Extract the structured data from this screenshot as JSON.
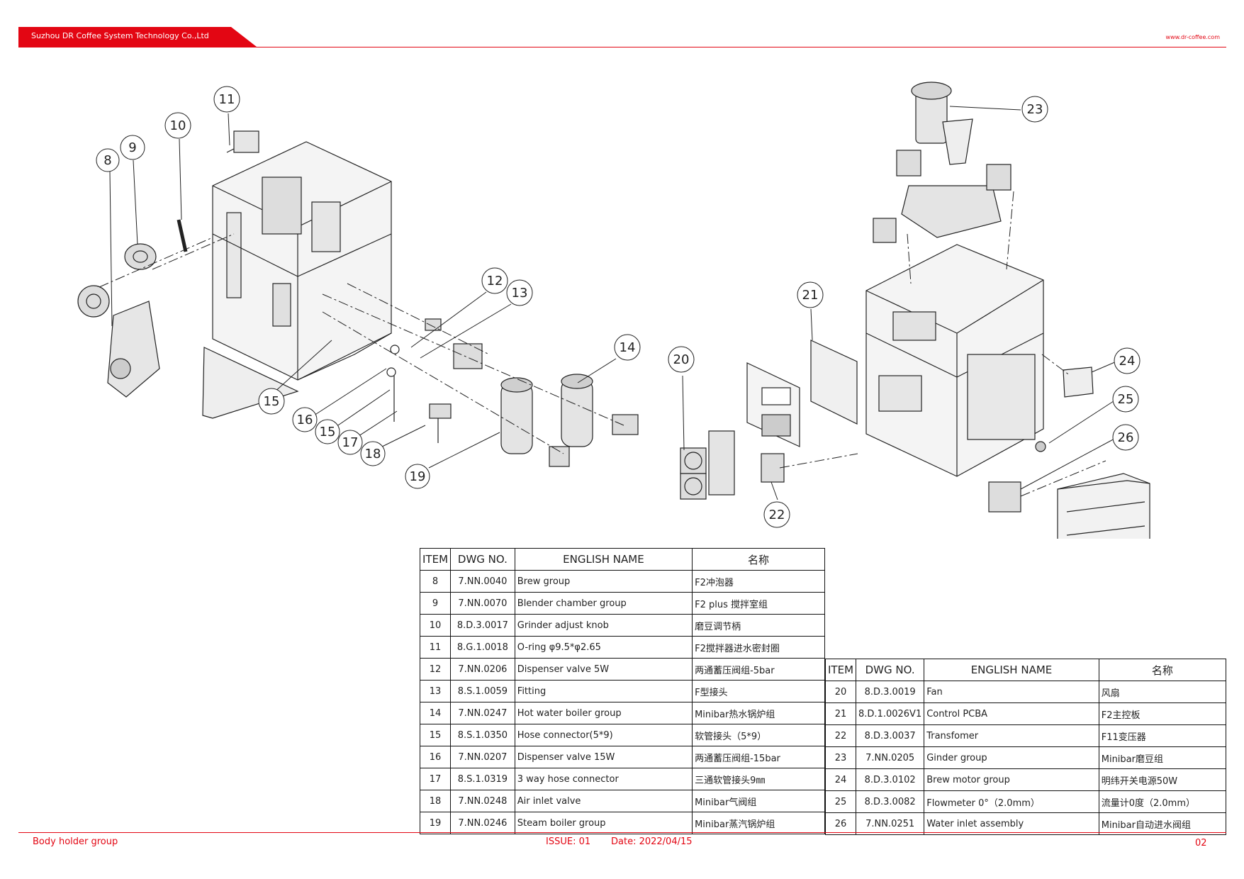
{
  "header": {
    "company": "Suzhou DR Coffee System Technology Co.,Ltd",
    "website": "www.dr-coffee.com"
  },
  "callouts_left": [
    "8",
    "9",
    "10",
    "11",
    "12",
    "13",
    "14",
    "15",
    "16",
    "15",
    "17",
    "18",
    "19"
  ],
  "callouts_right": [
    "20",
    "21",
    "22",
    "23",
    "24",
    "25",
    "26"
  ],
  "table_left": {
    "headers": [
      "ITEM",
      "DWG NO.",
      "ENGLISH NAME",
      "名称"
    ],
    "rows": [
      [
        "8",
        "7.NN.0040",
        "Brew group",
        "F2冲泡器"
      ],
      [
        "9",
        "7.NN.0070",
        "Blender chamber group",
        "F2 plus 搅拌室组"
      ],
      [
        "10",
        "8.D.3.0017",
        "Grinder adjust knob",
        "磨豆调节柄"
      ],
      [
        "11",
        "8.G.1.0018",
        "O-ring φ9.5*φ2.65",
        "F2搅拌器进水密封圈"
      ],
      [
        "12",
        "7.NN.0206",
        "Dispenser valve 5W",
        "两通蓄压阀组-5bar"
      ],
      [
        "13",
        "8.S.1.0059",
        "Fitting",
        "F型接头"
      ],
      [
        "14",
        "7.NN.0247",
        "Hot water boiler group",
        "Minibar热水锅炉组"
      ],
      [
        "15",
        "8.S.1.0350",
        "Hose connector(5*9)",
        "软管接头（5*9）"
      ],
      [
        "16",
        "7.NN.0207",
        "Dispenser valve 15W",
        "两通蓄压阀组-15bar"
      ],
      [
        "17",
        "8.S.1.0319",
        "3 way hose connector",
        "三通软管接头9㎜"
      ],
      [
        "18",
        "7.NN.0248",
        "Air inlet valve",
        "Minibar气阀组"
      ],
      [
        "19",
        "7.NN.0246",
        "Steam boiler group",
        "Minibar蒸汽锅炉组"
      ]
    ]
  },
  "table_right": {
    "headers": [
      "ITEM",
      "DWG NO.",
      "ENGLISH NAME",
      "名称"
    ],
    "rows": [
      [
        "20",
        "8.D.3.0019",
        "Fan",
        "风扇"
      ],
      [
        "21",
        "8.D.1.0026V1",
        "Control PCBA",
        "F2主控板"
      ],
      [
        "22",
        "8.D.3.0037",
        "Transfomer",
        "F11变压器"
      ],
      [
        "23",
        "7.NN.0205",
        "Ginder group",
        "Minibar磨豆组"
      ],
      [
        "24",
        "8.D.3.0102",
        "Brew motor group",
        "明纬开关电源50W"
      ],
      [
        "25",
        "8.D.3.0082",
        "Flowmeter 0°（2.0mm）",
        "流量计0度（2.0mm）"
      ],
      [
        "26",
        "7.NN.0251",
        "Water inlet assembly",
        "Minibar自动进水阀组"
      ]
    ]
  },
  "footer": {
    "group_name": "Body holder group",
    "issue": "ISSUE:  01",
    "date": "Date:  2022/04/15",
    "page": "02"
  },
  "colors": {
    "accent": "#e30613",
    "ink": "#222222"
  }
}
